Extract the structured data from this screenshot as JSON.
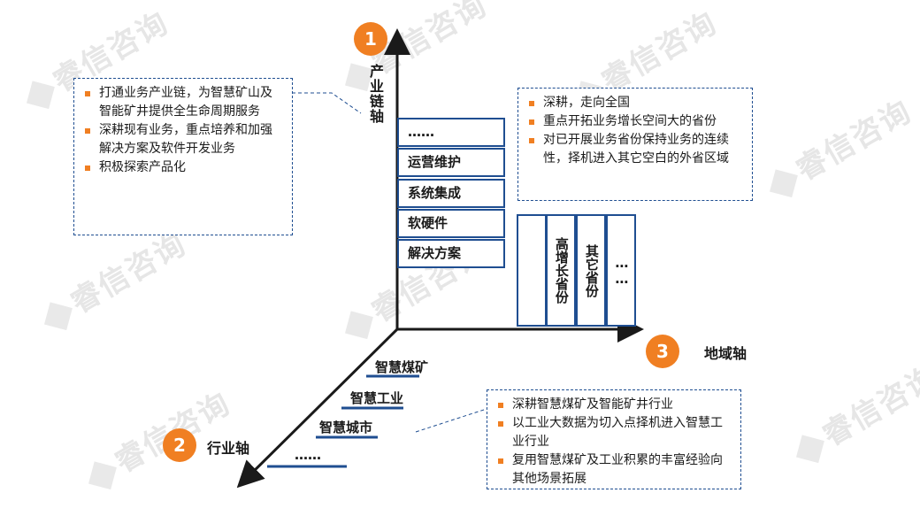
{
  "watermark": "睿信咨询",
  "axes": {
    "vertical": {
      "number": "1",
      "label": "产业链轴"
    },
    "diagonal": {
      "number": "2",
      "label": "行业轴"
    },
    "horizontal": {
      "number": "3",
      "label": "地域轴"
    }
  },
  "industry_chain_boxes": [
    "……",
    "运营维护",
    "系统集成",
    "软硬件",
    "解决方案"
  ],
  "region_columns": [
    "",
    "高增长省份",
    "其它省份",
    "……"
  ],
  "industry_items": [
    "智慧煤矿",
    "智慧工业",
    "智慧城市",
    "……"
  ],
  "notes": {
    "chain": [
      "打通业务产业链，为智慧矿山及智能矿井提供全生命周期服务",
      "深耕现有业务，重点培养和加强解决方案及软件开发业务",
      "积极探索产品化"
    ],
    "region": [
      "深耕，走向全国",
      "重点开拓业务增长空间大的省份",
      "对已开展业务省份保持业务的连续性，择机进入其它空白的外省区域"
    ],
    "industry": [
      "深耕智慧煤矿及智能矿井行业",
      "以工业大数据为切入点择机进入智慧工业行业",
      "复用智慧煤矿及工业积累的丰富经验向其他场景拓展"
    ]
  },
  "colors": {
    "accent": "#f07f22",
    "line": "#1f4e91"
  }
}
